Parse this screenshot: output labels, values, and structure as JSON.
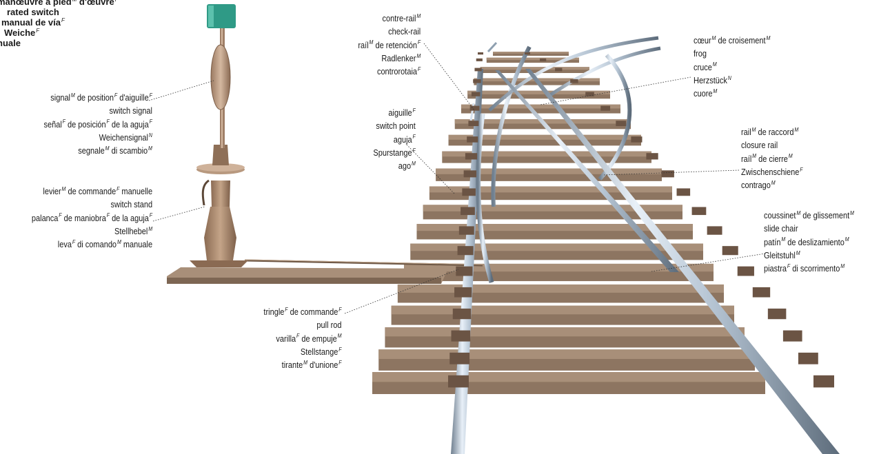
{
  "title_lines": [
    "manœuvre à pied^M d'œuvre^F",
    "rated switch",
    "manual de vía^F",
    "Weiche^F",
    "nuale"
  ],
  "colors": {
    "rail": "#aebdcc",
    "rail_shine": "#e6eef6",
    "tie": "#8d7561",
    "tie_top": "#a88f79",
    "stand": "#a9876c",
    "signal_face": "#2f9a86",
    "leader": "#333333"
  },
  "labels": {
    "check_rail": [
      "contre-rail^M",
      "check-rail",
      "raíl^M de retención^F",
      "Radlenker^M",
      "controrotaia^F"
    ],
    "switch_point": [
      "aiguille^F",
      "switch point",
      "aguja^F",
      "Spurstange^F",
      "ago^M"
    ],
    "frog": [
      "cœur^M de croisement^M",
      "frog",
      "cruce^M",
      "Herzstück^N",
      "cuore^M"
    ],
    "closure_rail": [
      "rail^M de raccord^M",
      "closure rail",
      "raíl^M de cierre^M",
      "Zwischenschiene^F",
      "contrago^M"
    ],
    "slide_chair": [
      "coussinet^M de glissement^M",
      "slide chair",
      "patín^M de deslizamiento^M",
      "Gleitstuhl^M",
      "piastra^F di scorrimento^M"
    ],
    "switch_signal": [
      "signal^M de position^F d'aiguille^F",
      "switch signal",
      "señal^F de posición^F de la aguja^F",
      "Weichensignal^N",
      "segnale^M di scambio^M"
    ],
    "switch_stand": [
      "levier^M de commande^F manuelle",
      "switch stand",
      "palanca^F de maniobra^F de la aguja^F",
      "Stellhebel^M",
      "leva^F di comando^M manuale"
    ],
    "pull_rod": [
      "tringle^F de commande^F",
      "pull rod",
      "varilla^F de empuje^M",
      "Stellstange^F",
      "tirante^M d'unione^F"
    ]
  }
}
